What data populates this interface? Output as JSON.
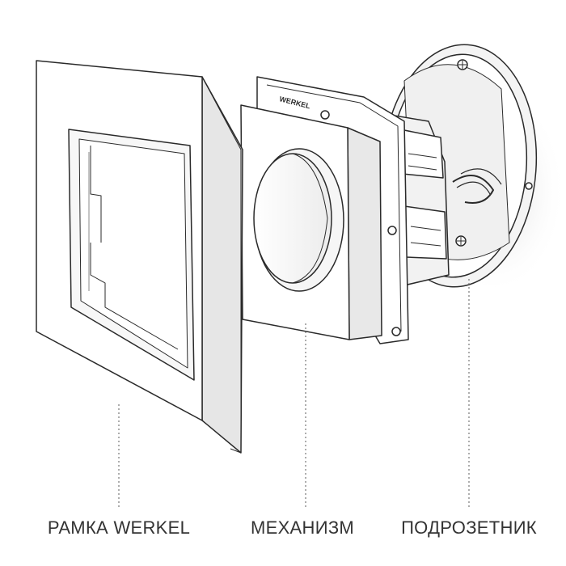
{
  "labels": {
    "frame": "РАМКА WERKEL",
    "mechanism": "МЕХАНИЗМ",
    "box": "ПОДРОЗЕТНИК"
  },
  "mechanism_brand": "WERKEL",
  "colors": {
    "outline": "#2a2a2a",
    "fill": "#ffffff",
    "shade": "#e6e6e6",
    "shadow": "#d8d8d8",
    "label_text": "#333333",
    "leader_line": "#777777"
  }
}
